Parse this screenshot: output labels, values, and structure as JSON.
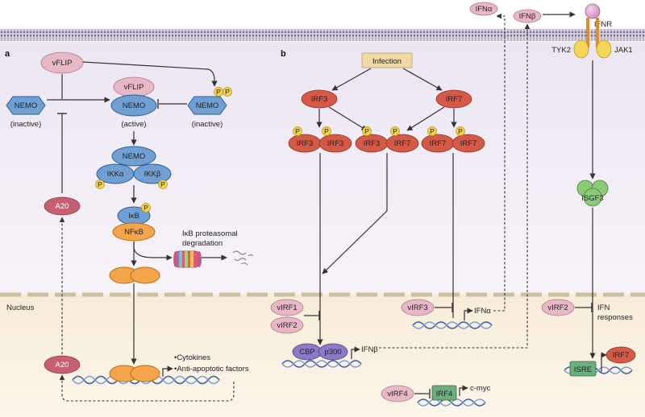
{
  "panels": {
    "a": "a",
    "b": "b"
  },
  "membrane_labels": {
    "nucleus": "Nucleus"
  },
  "panel_a": {
    "vflip_top": "vFLIP",
    "nemo_inactive_left": "NEMO",
    "inactive_left_caption": "(inactive)",
    "vflip_bound": "vFLIP",
    "nemo_active": "NEMO",
    "active_caption": "(active)",
    "nemo_inactive_right": "NEMO",
    "inactive_right_caption": "(inactive)",
    "phospho": "P",
    "complex_nemo": "NEMO",
    "ikka": "IKKα",
    "ikkb": "IKKβ",
    "ikb": "IκB",
    "nfkb": "NFκB",
    "a20_cyto": "A20",
    "degradation": "IκB proteasomal degradation",
    "a20_nuc": "A20",
    "targets": [
      "•Cytokines",
      "•Anti-apoptotic factors"
    ]
  },
  "panel_b": {
    "infection": "Infection",
    "irf3": "IRF3",
    "irf7": "IRF7",
    "dimer_33_left": "IRF3",
    "dimer_33_right": "IRF3",
    "dimer_37_left": "IRF3",
    "dimer_37_right": "IRF7",
    "dimer_77_left": "IRF7",
    "dimer_77_right": "IRF7",
    "virf1": "vIRF1",
    "virf2_left": "vIRF2",
    "cbp": "CBP",
    "p300": "p300",
    "ifnb_gene": "IFNβ",
    "virf3": "vIRF3",
    "ifna_gene": "IFNα",
    "virf4": "vIRF4",
    "irf4": "IRF4",
    "cmyc": "c-myc",
    "ifna": "IFNα",
    "ifnb": "IFNβ",
    "ifnr": "IFNR",
    "tyk2": "TYK2",
    "jak1": "JAK1",
    "isgf3": "ISGF3",
    "virf2_right": "vIRF2",
    "ifn_responses": [
      "IFN",
      "responses"
    ],
    "isre": "ISRE",
    "irf7_gene": "IRF7"
  }
}
